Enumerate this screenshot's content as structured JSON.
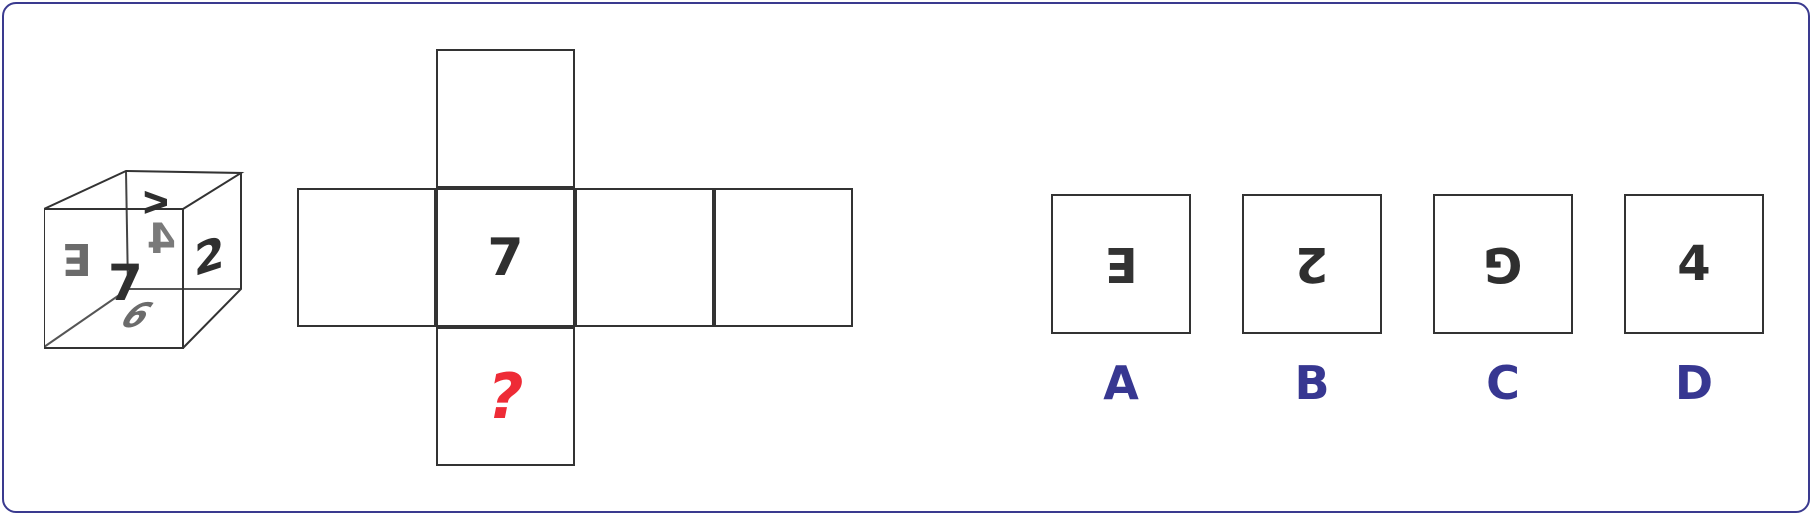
{
  "cube": {
    "front_face_glyph": "7",
    "left_face_glyph": "E",
    "inner_back_glyph": "4",
    "right_face_glyph": "2",
    "top_face_glyph": "V",
    "bottom_face_glyph": "6"
  },
  "net": {
    "top_cell": "",
    "left_cell": "",
    "center_cell": "7",
    "right_cell_1": "",
    "right_cell_2": "",
    "bottom_cell": "?"
  },
  "options": [
    {
      "label": "A",
      "glyph": "E"
    },
    {
      "label": "B",
      "glyph": "2"
    },
    {
      "label": "C",
      "glyph": "G"
    },
    {
      "label": "D",
      "glyph": "4"
    }
  ],
  "colors": {
    "frame_border": "#3a3a8f",
    "glyph_dark": "#2f2f2f",
    "glyph_gray": "#6b6b6b",
    "question_mark": "#ee2b36",
    "option_label": "#373791"
  }
}
